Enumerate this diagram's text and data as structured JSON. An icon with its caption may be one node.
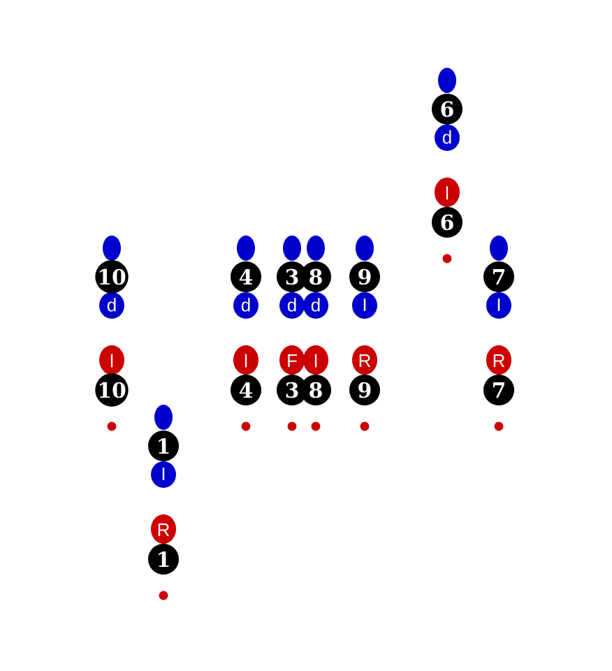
{
  "diagram": {
    "nodes": [
      {
        "text": [
          "p"
        ]
      },
      {
        "text": [
          "10"
        ]
      },
      {
        "text": [
          "l"
        ]
      },
      {
        "text": [
          "10"
        ]
      },
      {
        "text": [
          "I"
        ]
      },
      {
        "text": [
          "1"
        ]
      },
      {
        "text": [
          "R"
        ]
      },
      {
        "text": [
          "1"
        ]
      },
      {
        "text": [
          "p"
        ]
      },
      {
        "text": [
          "4"
        ]
      },
      {
        "text": [
          "l"
        ]
      },
      {
        "text": [
          "4"
        ]
      },
      {
        "text": [
          "p"
        ]
      },
      {
        "text": [
          "3"
        ]
      },
      {
        "text": [
          "F"
        ]
      },
      {
        "text": [
          "3"
        ]
      },
      {
        "text": [
          "p"
        ]
      },
      {
        "text": [
          "8"
        ]
      },
      {
        "text": [
          "l"
        ]
      },
      {
        "text": [
          "8"
        ]
      },
      {
        "text": [
          "I"
        ]
      },
      {
        "text": [
          "9"
        ]
      },
      {
        "text": [
          "R"
        ]
      },
      {
        "text": [
          "9"
        ]
      },
      {
        "text": [
          "p"
        ]
      },
      {
        "text": [
          "6"
        ]
      },
      {
        "text": [
          "l"
        ]
      },
      {
        "text": [
          "6"
        ]
      },
      {
        "text": [
          "I"
        ]
      },
      {
        "text": [
          "7"
        ]
      },
      {
        "text": [
          "R"
        ]
      },
      {
        "text": [
          "7"
        ]
      }
    ]
  }
}
